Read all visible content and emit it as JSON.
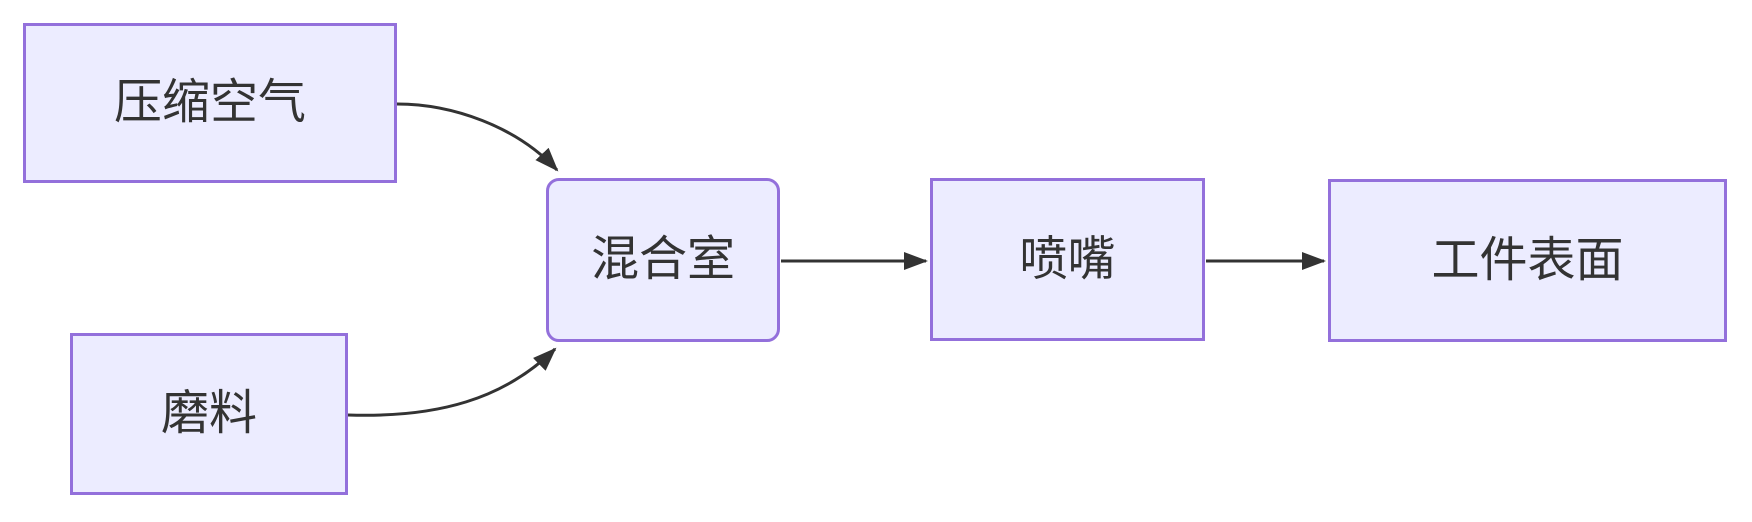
{
  "diagram": {
    "type": "flowchart",
    "direction": "left-to-right",
    "nodes": [
      {
        "id": "compressed-air",
        "label": "压缩空气",
        "shape": "rect"
      },
      {
        "id": "abrasive",
        "label": "磨料",
        "shape": "rect"
      },
      {
        "id": "mixing-chamber",
        "label": "混合室",
        "shape": "rounded-rect"
      },
      {
        "id": "nozzle",
        "label": "喷嘴",
        "shape": "rect"
      },
      {
        "id": "workpiece-surface",
        "label": "工件表面",
        "shape": "rect"
      }
    ],
    "edges": [
      {
        "from": "压缩空气",
        "to": "混合室",
        "style": "curved",
        "arrow": "filled-triangle"
      },
      {
        "from": "磨料",
        "to": "混合室",
        "style": "curved",
        "arrow": "filled-triangle"
      },
      {
        "from": "混合室",
        "to": "喷嘴",
        "style": "straight",
        "arrow": "filled-triangle"
      },
      {
        "from": "喷嘴",
        "to": "工件表面",
        "style": "straight",
        "arrow": "filled-triangle"
      }
    ],
    "colors": {
      "node_fill": "#ECECFF",
      "node_border": "#9370DB",
      "edge": "#333333",
      "text": "#333333",
      "background": "#FFFFFF"
    }
  }
}
